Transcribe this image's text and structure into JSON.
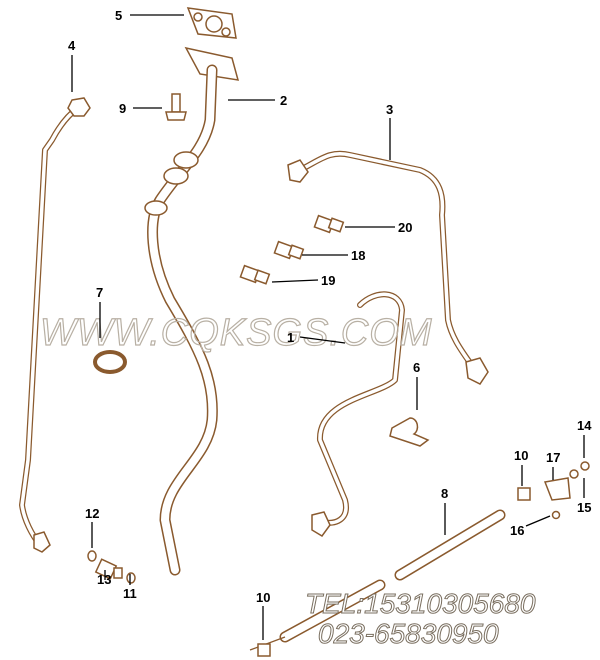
{
  "callouts": {
    "c1": "1",
    "c2": "2",
    "c3": "3",
    "c4": "4",
    "c5": "5",
    "c6": "6",
    "c7": "7",
    "c8": "8",
    "c9": "9",
    "c10a": "10",
    "c10b": "10",
    "c11": "11",
    "c12": "12",
    "c13": "13",
    "c14": "14",
    "c15": "15",
    "c16": "16",
    "c17": "17",
    "c18": "18",
    "c19": "19",
    "c20": "20"
  },
  "watermark": "WWW.CQKSGS.COM",
  "contact": {
    "tel": "TEL:15310305680",
    "phone": "023-65830950"
  },
  "colors": {
    "line_art": "#8a5a2e",
    "labels": "#000000"
  }
}
